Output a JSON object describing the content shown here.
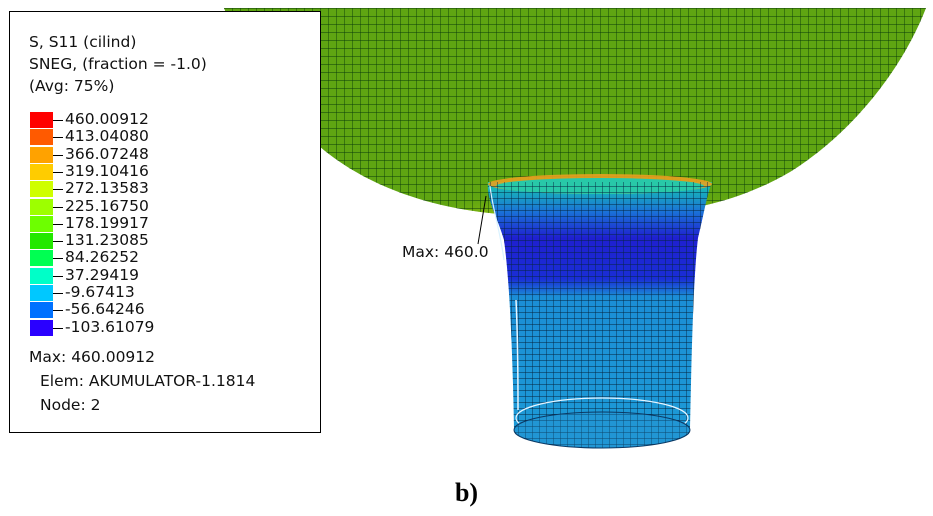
{
  "legend": {
    "title_lines": [
      "S, S11 (cilind)",
      "SNEG, (fraction = -1.0)",
      "(Avg: 75%)"
    ],
    "colorbar": {
      "colors": [
        "#ff0000",
        "#ff5a00",
        "#ffa200",
        "#ffcc00",
        "#cfff00",
        "#9dff00",
        "#6dff00",
        "#22e800",
        "#00ff52",
        "#00ffc8",
        "#00c8ff",
        "#0071ff",
        "#2a00ff"
      ],
      "labels": [
        "460.00912",
        "413.04080",
        "366.07248",
        "319.10416",
        "272.13583",
        "225.16750",
        "178.19917",
        "131.23085",
        "84.26252",
        "37.29419",
        "-9.67413",
        "-56.64246",
        "-103.61079"
      ]
    },
    "max_line": "Max: 460.00912",
    "elem_line": "Elem: AKUMULATOR-1.1814",
    "node_line": "Node: 2"
  },
  "annotation": {
    "max_label": "Max: 460.0"
  },
  "caption": "b)"
}
